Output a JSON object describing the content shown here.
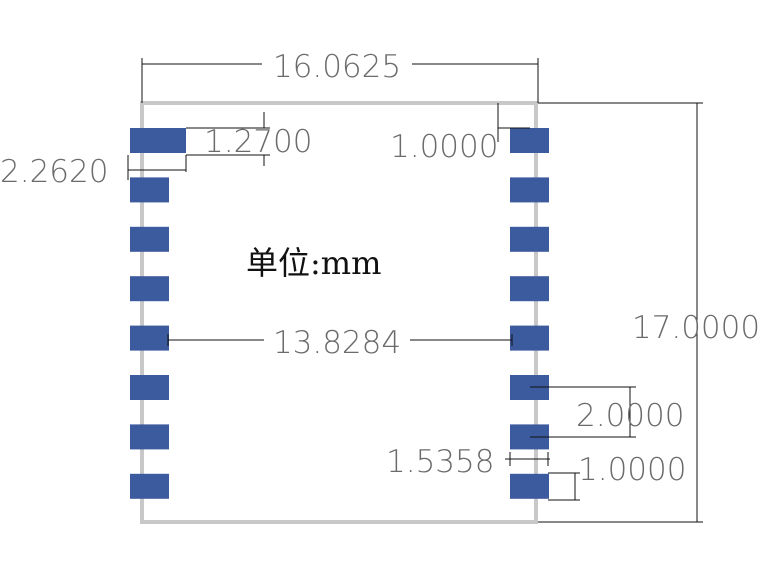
{
  "colors": {
    "pad": "#3c5a9e",
    "outline": "#c8c8c8",
    "dimension_line": "#111111",
    "dimension_text": "#6b6b6b"
  },
  "unit_label": "单位:mm",
  "dimensions": {
    "total_width": "16.0625",
    "total_height": "17.0000",
    "pad_center_span": "13.8284",
    "pad_length": "2.2620",
    "pad_width": "1.2700",
    "top_offset": "1.0000",
    "pitch": "2.0000",
    "bottom_offset": "1.0000",
    "pad_inner_extent": "1.5358"
  },
  "pads": {
    "left_count": 8,
    "right_count": 8
  }
}
